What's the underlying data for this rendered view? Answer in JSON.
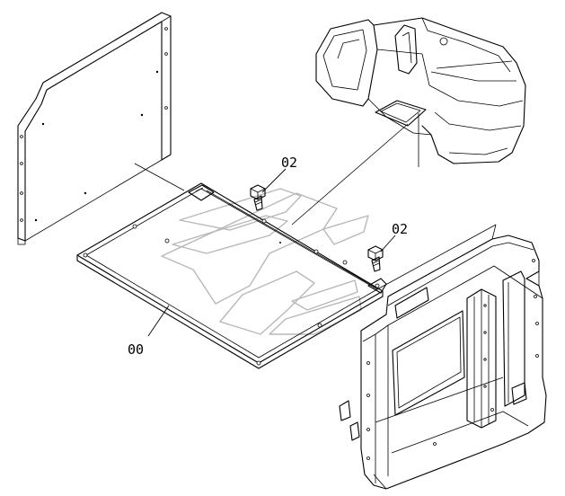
{
  "callouts": {
    "bolt_upper": "02",
    "bolt_lower": "02",
    "tray": "00"
  },
  "icons": {
    "watermark": "brand-watermark-icon",
    "machine": "excavator-icon"
  }
}
